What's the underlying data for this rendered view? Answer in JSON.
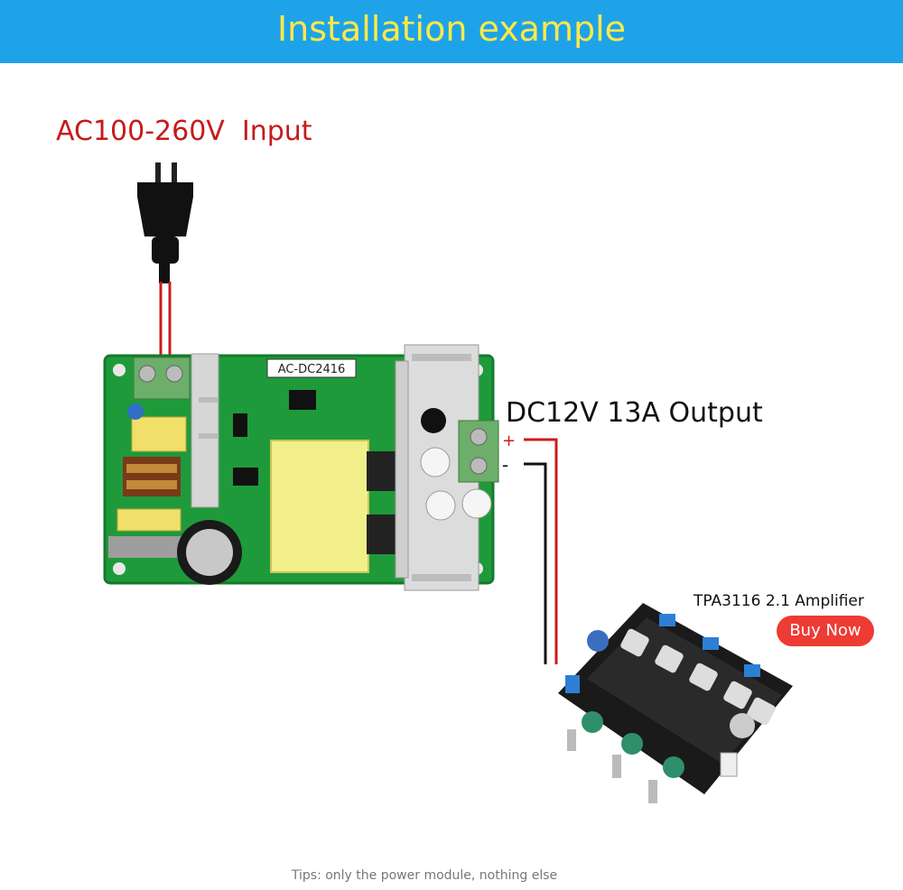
{
  "header": {
    "title": "Installation example"
  },
  "labels": {
    "ac_input": "AC100-260V  Input",
    "dc_output": "DC12V 13A Output",
    "board_model": "AC-DC2416",
    "plus": "+",
    "minus": "-"
  },
  "product": {
    "amplifier_label": "TPA3116 2.1 Amplifier",
    "buy_button": "Buy Now"
  },
  "footer": {
    "tips": "Tips: only the power module, nothing else"
  },
  "colors": {
    "banner": "#1fa3e8",
    "banner_text": "#ffe94a",
    "ac_text": "#c61a1a",
    "buy_button": "#ee3b34",
    "pcb_green": "#1f9a3a",
    "wire_red": "#cc1b1b",
    "wire_black": "#111111"
  },
  "icons": [
    "power-plug-icon",
    "power-module-board",
    "amplifier-board"
  ]
}
